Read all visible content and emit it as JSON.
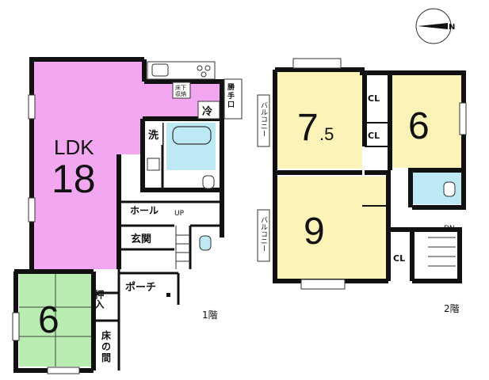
{
  "compass": {
    "north_letter": "N"
  },
  "floor1": {
    "floor_label": "1階",
    "ldk_name": "LDK",
    "ldk_size": "18",
    "storage_under_floor_line1": "床下",
    "storage_under_floor_line2": "収納",
    "back_door_line1": "勝",
    "back_door_line2": "手",
    "back_door_line3": "口",
    "fridge": "冷",
    "washroom": "洗",
    "hall": "ホール",
    "up_mark": "UP",
    "entrance": "玄関",
    "porch": "ポーチ",
    "japanese_room_size": "6",
    "closet_oshiire": "押入",
    "tokonoma_line1": "床",
    "tokonoma_line2": "の",
    "tokonoma_line3": "間"
  },
  "floor2": {
    "floor_label": "2階",
    "room_75_main": "7",
    "room_75_fraction": ".5",
    "room_6": "6",
    "room_9": "9",
    "closet_a": "CL",
    "closet_b": "CL",
    "closet_c": "CL",
    "balcony_top": "バルコニー",
    "balcony_bottom": "バルコニー",
    "down_mark": "DN"
  },
  "colors": {
    "ldk_fill": "#f3a7f1",
    "tatami_fill": "#b8ecb0",
    "room_fill": "#fbf3b7",
    "bath_fill": "#bde9f5",
    "wall": "#111111"
  }
}
